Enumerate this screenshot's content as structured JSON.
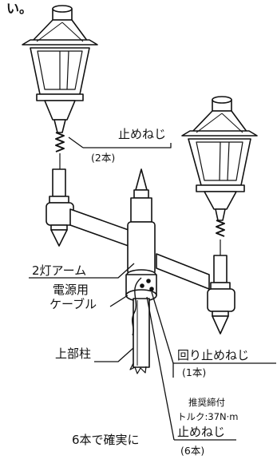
{
  "top_fragment": "い。",
  "labels": {
    "stop_screw_2": {
      "title": "止めねじ",
      "qty": "(2本)"
    },
    "arm": "2灯アーム",
    "power_cable": {
      "line1": "電源用",
      "line2": "ケーブル"
    },
    "upper_pole": "上部柱",
    "rotation_stop_screw": {
      "title": "回り止めねじ",
      "qty": "(1本)"
    },
    "torque": {
      "line1": "推奨締付",
      "line2": "トルク:37N·m"
    },
    "stop_screw_6": {
      "title": "止めねじ",
      "qty": "(6本)"
    }
  },
  "bottom_fragment": "6本で確実に"
}
